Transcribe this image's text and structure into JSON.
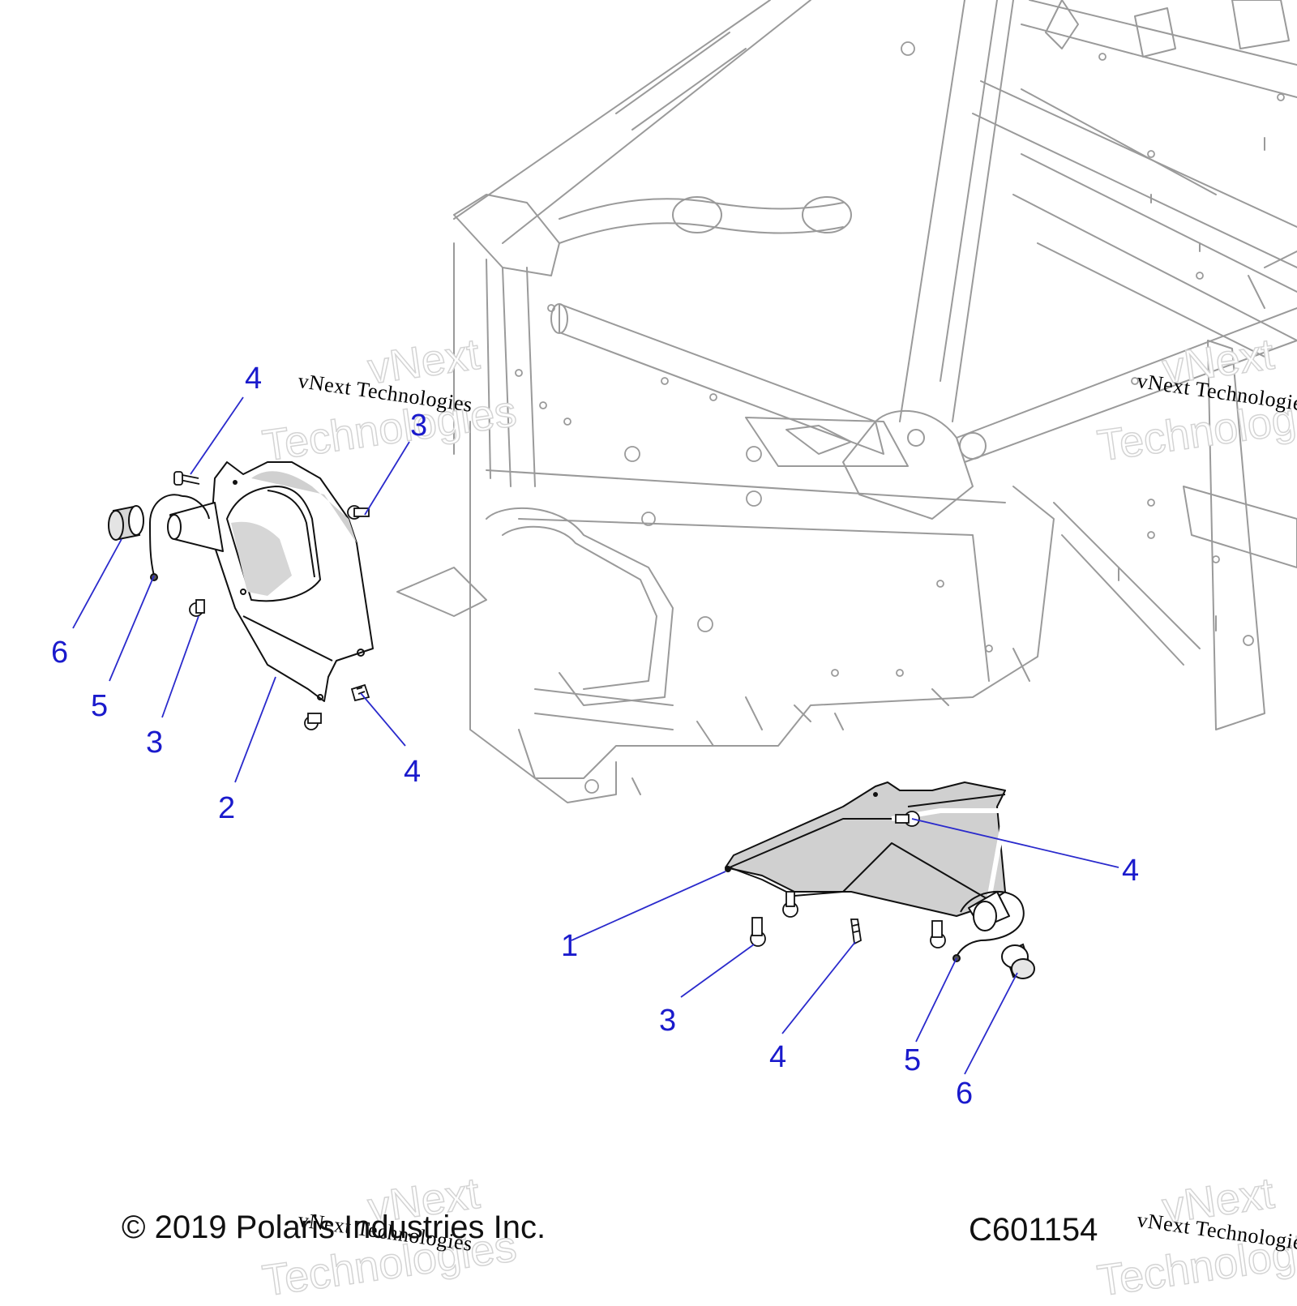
{
  "diagram": {
    "copyright": "© 2019 Polaris Industries Inc.",
    "figure_code": "C601154",
    "callouts": {
      "left_4_top": "4",
      "left_3_top": "3",
      "left_6": "6",
      "left_5": "5",
      "left_3_bottom": "3",
      "left_2": "2",
      "left_4_bottom": "4",
      "right_4_top": "4",
      "right_1": "1",
      "right_3": "3",
      "right_4_bottom": "4",
      "right_5": "5",
      "right_6": "6"
    },
    "colors": {
      "callout": "#1a1acc",
      "leader": "#2a2acc",
      "frame_line": "#9a9a9a",
      "part_line": "#111111",
      "part_fill": "#d0d0d0"
    }
  },
  "watermarks": {
    "line_text": "vNext Technologies",
    "stack_top": "vNext",
    "stack_bottom": "Technologies"
  }
}
